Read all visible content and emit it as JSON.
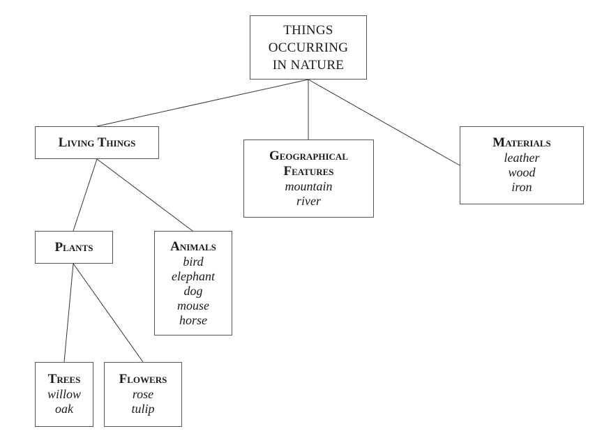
{
  "diagram": {
    "root": {
      "title_lines": [
        "THINGS",
        "OCCURRING",
        "IN NATURE"
      ]
    },
    "living": {
      "title": "Living Things"
    },
    "geo": {
      "title_lines": [
        "Geographical",
        "Features"
      ],
      "items": [
        "mountain",
        "river"
      ]
    },
    "materials": {
      "title": "Materials",
      "items": [
        "leather",
        "wood",
        "iron"
      ]
    },
    "plants": {
      "title": "Plants"
    },
    "animals": {
      "title": "Animals",
      "items": [
        "bird",
        "elephant",
        "dog",
        "mouse",
        "horse"
      ]
    },
    "trees": {
      "title": "Trees",
      "items": [
        "willow",
        "oak"
      ]
    },
    "flowers": {
      "title": "Flowers",
      "items": [
        "rose",
        "tulip"
      ]
    }
  }
}
